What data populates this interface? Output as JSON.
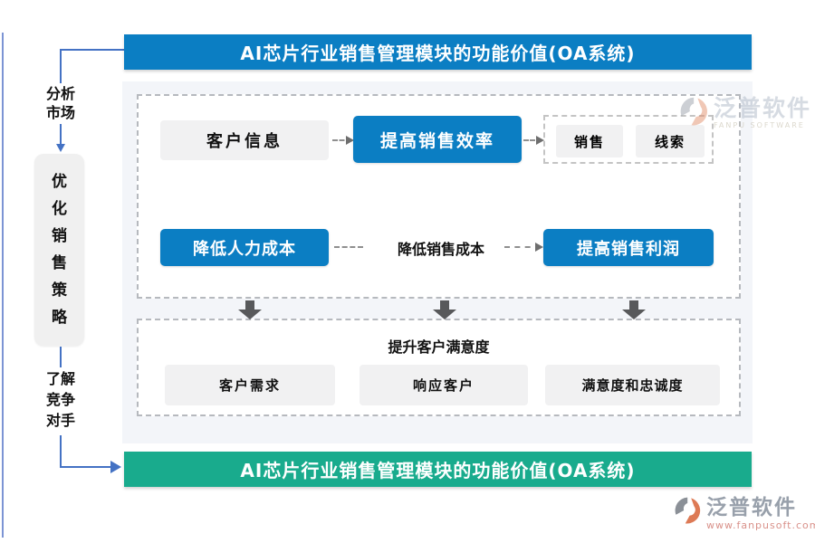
{
  "top_banner": {
    "text": "AI芯片行业销售管理模块的功能价值(OA系统)",
    "color": "#0b7ec3"
  },
  "bottom_banner": {
    "text": "AI芯片行业销售管理模块的功能价值(OA系统)",
    "color": "#19ab8d"
  },
  "left_flow": {
    "step1": "分析市场",
    "step2": "优化销售策略",
    "step3": "了解竞争对手"
  },
  "diagram": {
    "row1": {
      "customer_info": "客户信息",
      "improve_efficiency": "提高销售效率",
      "sales": "销售",
      "leads": "线索"
    },
    "row2": {
      "reduce_labor_cost": "降低人力成本",
      "reduce_sales_cost": "降低销售成本",
      "increase_profit": "提高销售利润"
    },
    "bottom": {
      "title": "提升客户满意度",
      "items": [
        "客户需求",
        "响应客户",
        "满意度和忠诚度"
      ]
    }
  },
  "watermarks": {
    "top": {
      "brand": "泛普软件",
      "brand_en": "FANPU SOFTWARE"
    },
    "bottom": {
      "brand": "泛普软件",
      "url": "www.fanpusoft.com"
    }
  },
  "colors": {
    "banner_blue": "#0b7ec3",
    "banner_green": "#19ab8d",
    "node_blue": "#0b7ec3",
    "node_gray": "#f1f1f2",
    "content_bg": "#f3f5f9",
    "flow_line_blue": "#4472c4",
    "block_arrow_gray": "#58595b",
    "watermark_url_red": "#d9918a"
  }
}
